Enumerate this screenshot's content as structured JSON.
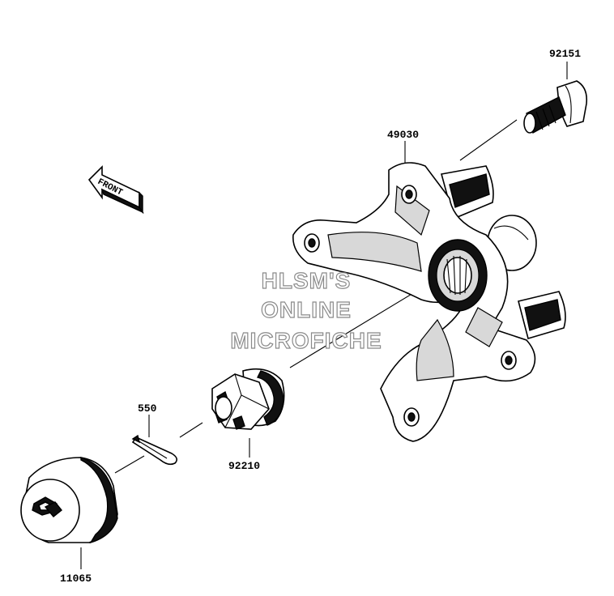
{
  "parts": [
    {
      "id": "hub",
      "label": "49030",
      "icon": "hub-icon"
    },
    {
      "id": "stud",
      "label": "92151",
      "icon": "stud-bolt-icon"
    },
    {
      "id": "nut",
      "label": "92210",
      "icon": "castle-nut-icon"
    },
    {
      "id": "pin",
      "label": "550",
      "icon": "cotter-pin-icon"
    },
    {
      "id": "cap",
      "label": "11065",
      "icon": "hub-cap-icon"
    }
  ],
  "direction": {
    "label": "FRONT",
    "icon": "front-arrow-icon"
  },
  "watermark": {
    "lines": [
      "HLSM'S",
      "ONLINE",
      "MICROFICHE"
    ]
  },
  "colors": {
    "line": "#000000",
    "fill": "#ffffff",
    "shade": "#111111",
    "watermark": "#8a8a8a"
  }
}
